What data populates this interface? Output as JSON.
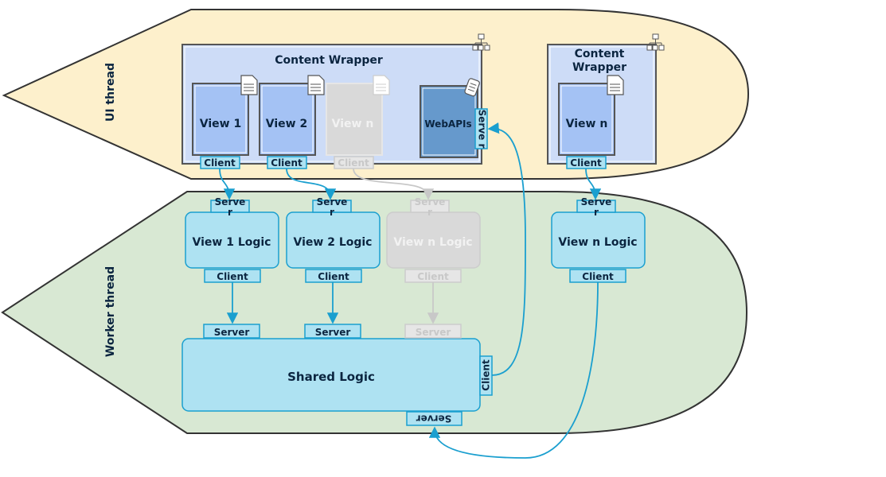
{
  "threads": {
    "ui": "UI thread",
    "worker": "Worker thread"
  },
  "ui": {
    "wrapper1": {
      "title": "Content Wrapper",
      "views": [
        {
          "label": "View 1",
          "client": "Client"
        },
        {
          "label": "View 2",
          "client": "Client"
        },
        {
          "label": "View n",
          "client": "Client",
          "disabled": true
        }
      ],
      "webapis": {
        "label": "WebAPIs",
        "server": "Serve r"
      }
    },
    "wrapper2": {
      "title_line1": "Content",
      "title_line2": "Wrapper",
      "view": {
        "label": "View n",
        "client": "Client"
      }
    }
  },
  "worker": {
    "logics": [
      {
        "label": "View 1 Logic",
        "server_line1": "Serve",
        "server_line2": "r",
        "client": "Client"
      },
      {
        "label": "View 2 Logic",
        "server_line1": "Serve",
        "server_line2": "r",
        "client": "Client"
      },
      {
        "label": "View n Logic",
        "server_line1": "Serve",
        "server_line2": "r",
        "client": "Client",
        "disabled": true
      },
      {
        "label": "View n Logic",
        "server_line1": "Serve",
        "server_line2": "r",
        "client": "Client"
      }
    ],
    "shared": {
      "label": "Shared Logic",
      "servers": [
        "Server",
        "Server",
        "Server"
      ],
      "client": "Client",
      "server_bottom": "Server"
    }
  },
  "colors": {
    "ui_thread": "#fdf0cc",
    "worker_thread": "#d8e8d3",
    "wrapper": "#cddcf7",
    "view": "#a4c2f4",
    "webapis": "#6699cc",
    "logic": "#aee2f2",
    "logic_stroke": "#1a9fcf",
    "arrow": "#1a9fcf",
    "disabled": "#c8c8c8"
  }
}
